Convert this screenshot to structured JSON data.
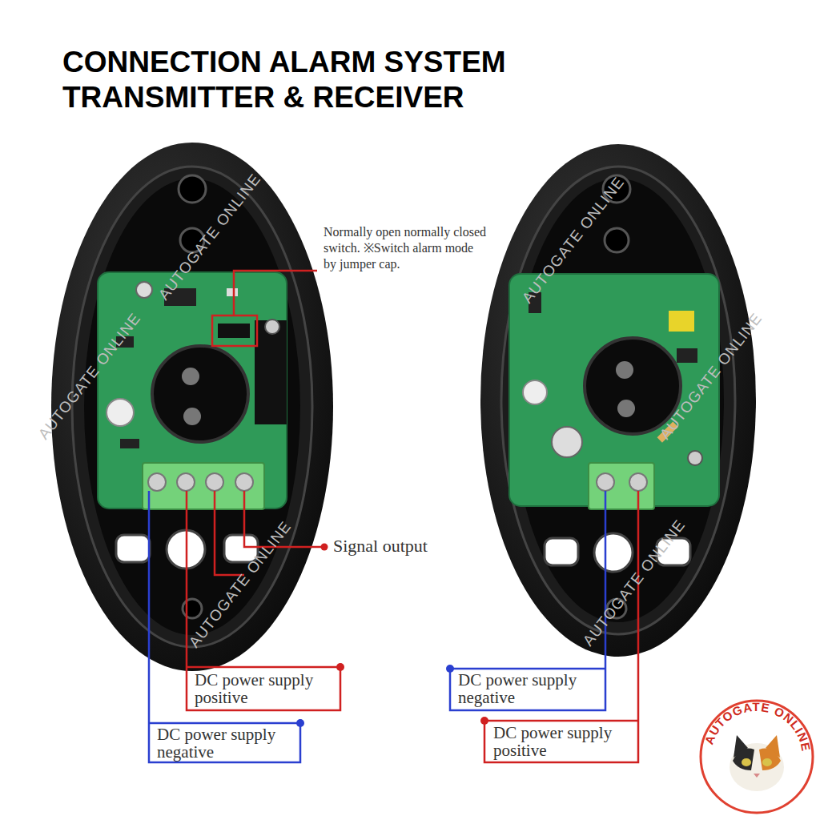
{
  "diagram": {
    "title": "CONNECTION ALARM SYSTEM TRANSMITTER & RECEIVER",
    "labels": [
      "Normally open normally closed switch. ※Switch alarm mode by jumper cap.",
      "Signal output",
      "DC power supply positive",
      "DC power supply negative",
      "DC power supply negative",
      "DC power supply positive",
      "AUTOGATE ONLINE",
      "AUTOGATE ONLINE",
      "AUTOGATE ONLINE",
      "AUTOGATE ONLINE",
      "AUTOGATE ONLINE",
      "AUTOGATE ONLINE",
      "AUTOGATE ONLINE"
    ]
  }
}
